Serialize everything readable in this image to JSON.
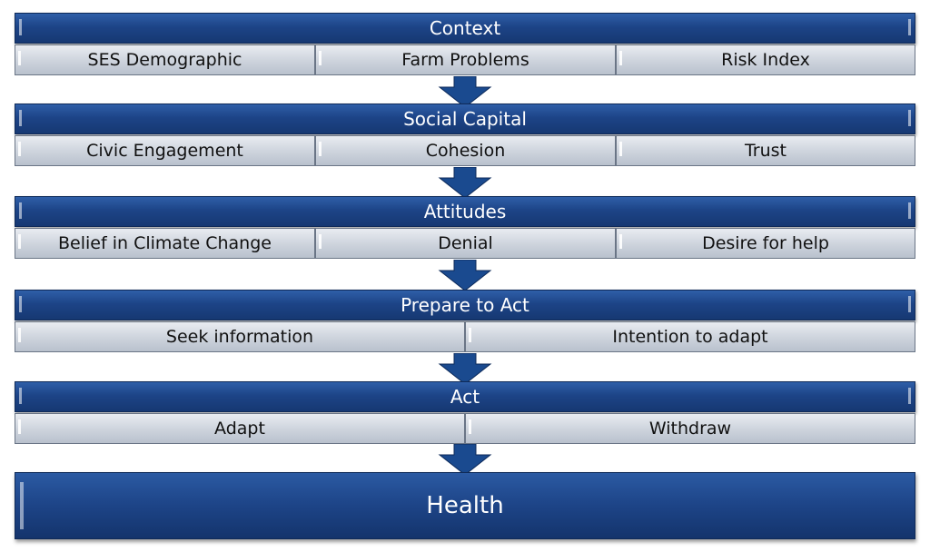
{
  "stages": [
    {
      "title": "Context",
      "items": [
        "SES Demographic",
        "Farm Problems",
        "Risk Index"
      ]
    },
    {
      "title": "Social Capital",
      "items": [
        "Civic Engagement",
        "Cohesion",
        "Trust"
      ]
    },
    {
      "title": "Attitudes",
      "items": [
        "Belief in Climate Change",
        "Denial",
        "Desire for help"
      ]
    },
    {
      "title": "Prepare to Act",
      "items": [
        "Seek information",
        "Intention to adapt"
      ]
    },
    {
      "title": "Act",
      "items": [
        "Adapt",
        "Withdraw"
      ]
    }
  ],
  "outcome": "Health",
  "colors": {
    "header_blue": "#1d4487",
    "cell_grey": "#cfd5de",
    "arrow_blue": "#1a4a8f"
  }
}
